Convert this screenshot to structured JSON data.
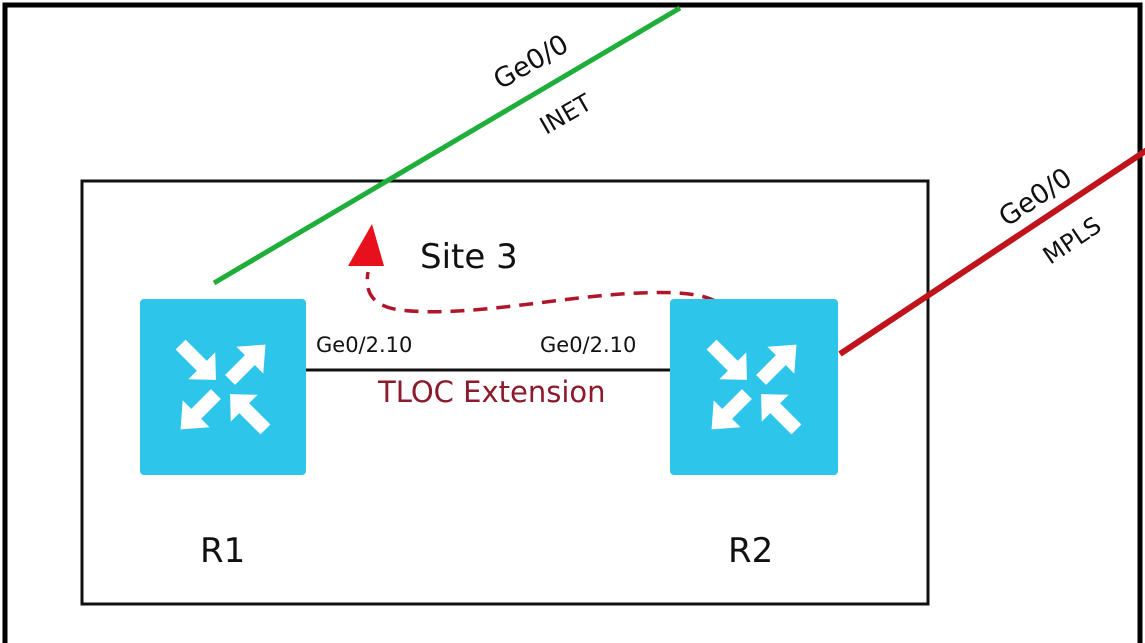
{
  "site": {
    "label": "Site 3"
  },
  "routers": [
    {
      "id": "r1",
      "label": "R1",
      "color": "#2ec5ea"
    },
    {
      "id": "r2",
      "label": "R2",
      "color": "#2ec5ea"
    }
  ],
  "links": {
    "inet": {
      "interface": "Ge0/0",
      "transport": "INET",
      "color": "#1fae3a"
    },
    "mpls": {
      "interface": "Ge0/0",
      "transport": "MPLS",
      "color": "#c0141c"
    },
    "tloc": {
      "r1_interface": "Ge0/2.10",
      "r2_interface": "Ge0/2.10",
      "label": "TLOC Extension",
      "label_color": "#8b1a2b"
    }
  },
  "flow_arrow": {
    "color": "#b0152a",
    "head_color": "#e8101c"
  },
  "icons": {
    "router": "router-crossed-arrows-icon"
  }
}
